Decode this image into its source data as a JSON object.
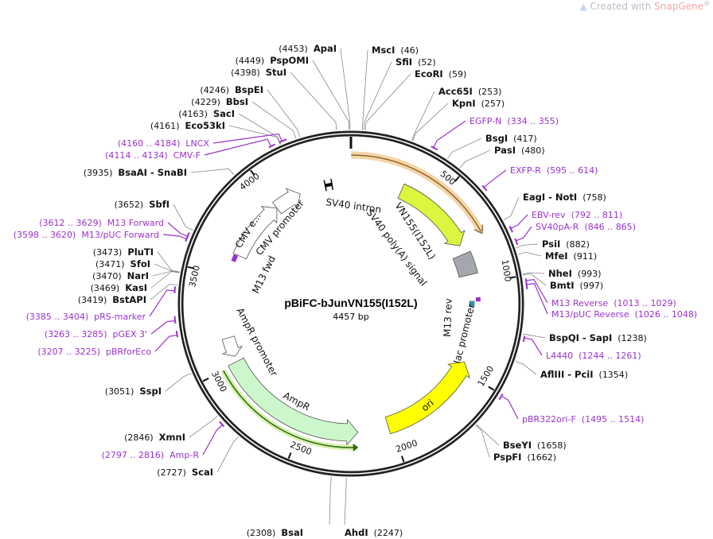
{
  "credit": {
    "prefix": "Created with ",
    "brand": "SnapGene",
    "reg": "®",
    "icon": "snapgene-logo-icon"
  },
  "plasmid": {
    "name": "pBiFC-bJunVN155(I152L)",
    "length_label": "4457 bp",
    "length": 4457
  },
  "colors": {
    "primer": "#9933cc",
    "enzyme_line": "#888888",
    "ring": "#222222"
  },
  "ticks": [
    500,
    1000,
    1500,
    2000,
    2500,
    3000,
    3500,
    4000
  ],
  "labels": [
    {
      "kind": "enzyme",
      "name": "ApaI",
      "pos": 4453
    },
    {
      "kind": "enzyme",
      "name": "PspOMI",
      "pos": 4449
    },
    {
      "kind": "enzyme",
      "name": "StuI",
      "pos": 4398
    },
    {
      "kind": "enzyme",
      "name": "BspEI",
      "pos": 4246
    },
    {
      "kind": "enzyme",
      "name": "BbsI",
      "pos": 4229
    },
    {
      "kind": "enzyme",
      "name": "SacI",
      "pos": 4163
    },
    {
      "kind": "enzyme",
      "name": "Eco53kI",
      "pos": 4161
    },
    {
      "kind": "primer",
      "name": "LNCX",
      "start": 4160,
      "end": 4184
    },
    {
      "kind": "primer",
      "name": "CMV-F",
      "start": 4114,
      "end": 4134
    },
    {
      "kind": "enzyme",
      "name": "BsaAI  - SnaBI",
      "pos": 3935
    },
    {
      "kind": "enzyme",
      "name": "SbfI",
      "pos": 3652
    },
    {
      "kind": "primer",
      "name": "M13 Forward",
      "start": 3612,
      "end": 3629
    },
    {
      "kind": "primer",
      "name": "M13/pUC Forward",
      "start": 3598,
      "end": 3620
    },
    {
      "kind": "enzyme",
      "name": "PluTI",
      "pos": 3473
    },
    {
      "kind": "enzyme",
      "name": "SfoI",
      "pos": 3471
    },
    {
      "kind": "enzyme",
      "name": "NarI",
      "pos": 3470
    },
    {
      "kind": "enzyme",
      "name": "KasI",
      "pos": 3469
    },
    {
      "kind": "enzyme",
      "name": "BstAPI",
      "pos": 3419
    },
    {
      "kind": "primer",
      "name": "pRS-marker",
      "start": 3385,
      "end": 3404
    },
    {
      "kind": "primer",
      "name": "pGEX 3'",
      "start": 3263,
      "end": 3285
    },
    {
      "kind": "primer",
      "name": "pBRforEco",
      "start": 3207,
      "end": 3225
    },
    {
      "kind": "enzyme",
      "name": "SspI",
      "pos": 3051
    },
    {
      "kind": "enzyme",
      "name": "XmnI",
      "pos": 2846
    },
    {
      "kind": "primer",
      "name": "Amp-R",
      "start": 2797,
      "end": 2816
    },
    {
      "kind": "enzyme",
      "name": "ScaI",
      "pos": 2727
    },
    {
      "kind": "enzyme",
      "name": "BsaI",
      "pos": 2308
    },
    {
      "kind": "enzyme",
      "name": "MscI",
      "pos": 46
    },
    {
      "kind": "enzyme",
      "name": "SfiI",
      "pos": 52
    },
    {
      "kind": "enzyme",
      "name": "EcoRI",
      "pos": 59
    },
    {
      "kind": "enzyme",
      "name": "Acc65I",
      "pos": 253
    },
    {
      "kind": "enzyme",
      "name": "KpnI",
      "pos": 257
    },
    {
      "kind": "primer",
      "name": "EGFP-N",
      "start": 334,
      "end": 355
    },
    {
      "kind": "enzyme",
      "name": "BsgI",
      "pos": 417
    },
    {
      "kind": "enzyme",
      "name": "PasI",
      "pos": 480
    },
    {
      "kind": "primer",
      "name": "EXFP-R",
      "start": 595,
      "end": 614
    },
    {
      "kind": "enzyme",
      "name": "EagI  - NotI",
      "pos": 758
    },
    {
      "kind": "primer",
      "name": "EBV-rev",
      "start": 792,
      "end": 811
    },
    {
      "kind": "primer",
      "name": "SV40pA-R",
      "start": 846,
      "end": 865
    },
    {
      "kind": "enzyme",
      "name": "PsiI",
      "pos": 882
    },
    {
      "kind": "enzyme",
      "name": "MfeI",
      "pos": 911
    },
    {
      "kind": "enzyme",
      "name": "NheI",
      "pos": 993
    },
    {
      "kind": "enzyme",
      "name": "BmtI",
      "pos": 997
    },
    {
      "kind": "primer",
      "name": "M13 Reverse",
      "start": 1013,
      "end": 1029
    },
    {
      "kind": "primer",
      "name": "M13/pUC Reverse",
      "start": 1026,
      "end": 1048
    },
    {
      "kind": "enzyme",
      "name": "BspQI  - SapI",
      "pos": 1238
    },
    {
      "kind": "primer",
      "name": "L4440",
      "start": 1244,
      "end": 1261
    },
    {
      "kind": "enzyme",
      "name": "AflIII  - PciI",
      "pos": 1354
    },
    {
      "kind": "primer",
      "name": "pBR322ori-F",
      "start": 1495,
      "end": 1514
    },
    {
      "kind": "enzyme",
      "name": "BseYI",
      "pos": 1658
    },
    {
      "kind": "enzyme",
      "name": "PspFI",
      "pos": 1662
    },
    {
      "kind": "enzyme",
      "name": "AhdI",
      "pos": 2247
    }
  ],
  "features": [
    {
      "id": "insert",
      "name": "",
      "start": 1,
      "end": 755,
      "dir": 1,
      "color": "#f3c98e",
      "type": "arc"
    },
    {
      "id": "vn155",
      "name": "VN155(I152L)",
      "start": 297,
      "end": 768,
      "dir": 1,
      "color": "#dcf53e",
      "type": "arrow"
    },
    {
      "id": "sv40pa",
      "name": "SV40 poly(A) signal",
      "start": 820,
      "end": 945,
      "dir": 0,
      "color": "#a4a7ad",
      "type": "box"
    },
    {
      "id": "m13rev",
      "name": "M13 rev",
      "start": 1080,
      "end": 1100,
      "dir": -1,
      "color": "#9933cc",
      "type": "small"
    },
    {
      "id": "lacp",
      "name": "lac promoter",
      "start": 1100,
      "end": 1130,
      "dir": -1,
      "color": "#3a8fa0",
      "type": "small"
    },
    {
      "id": "ori",
      "name": "ori",
      "start": 1450,
      "end": 2020,
      "dir": -1,
      "color": "#ffff00",
      "type": "arrow"
    },
    {
      "id": "ampr",
      "name": "AmpR",
      "start": 2190,
      "end": 3010,
      "dir": -1,
      "color": "#ccf7cc",
      "type": "arrow"
    },
    {
      "id": "amprp",
      "name": "AmpR promoter",
      "start": 3040,
      "end": 3150,
      "dir": -1,
      "color": "#ffffff",
      "type": "arrow"
    },
    {
      "id": "cmve",
      "name": "CMV e...",
      "start": 3630,
      "end": 3990,
      "dir": 1,
      "color": "#ffffff",
      "type": "arrow"
    },
    {
      "id": "cmvp",
      "name": "CMV promoter",
      "start": 3990,
      "end": 4150,
      "dir": 1,
      "color": "#ffffff",
      "type": "arrow"
    },
    {
      "id": "m13fwd",
      "name": "M13 fwd",
      "start": 3590,
      "end": 3625,
      "dir": 1,
      "color": "#9933cc",
      "type": "small"
    },
    {
      "id": "sv40i",
      "name": "SV40 intron",
      "start": 4305,
      "end": 4345,
      "dir": 0,
      "color": "#000000",
      "type": "bar"
    }
  ]
}
